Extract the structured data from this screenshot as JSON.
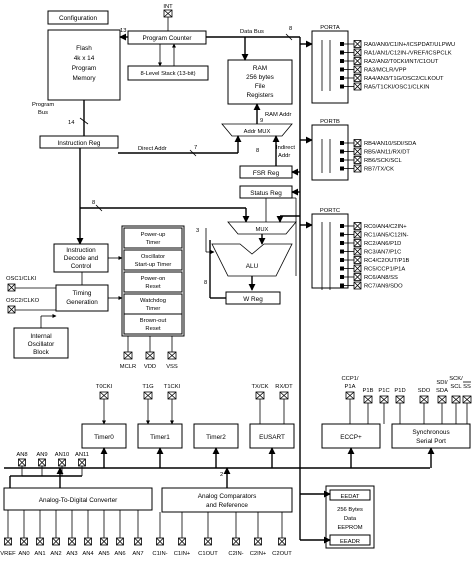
{
  "blocks": {
    "configuration": "Configuration",
    "flash": [
      "Flash",
      "4k x 14",
      "Program",
      "Memory"
    ],
    "program_counter": "Program Counter",
    "stack": "8-Level Stack (13-bit)",
    "ram": [
      "RAM",
      "256 bytes",
      "File",
      "Registers"
    ],
    "instruction_reg": "Instruction Reg",
    "addr_mux": "Addr MUX",
    "fsr_reg": "FSR Reg",
    "status_reg": "Status Reg",
    "mux": "MUX",
    "alu": "ALU",
    "w_reg": "W Reg",
    "instr_decode": [
      "Instruction",
      "Decode and",
      "Control"
    ],
    "timing_gen": [
      "Timing",
      "Generation"
    ],
    "internal_osc": [
      "Internal",
      "Oscillator",
      "Block"
    ],
    "timers_stack": [
      [
        "Power-up",
        "Timer"
      ],
      [
        "Oscillator",
        "Start-up Timer"
      ],
      [
        "Power-on",
        "Reset"
      ],
      [
        "Watchdog",
        "Timer"
      ],
      [
        "Brown-out",
        "Reset"
      ]
    ],
    "timer0": "Timer0",
    "timer1": "Timer1",
    "timer2": "Timer2",
    "eusart": "EUSART",
    "eccp": "ECCP+",
    "ssp": [
      "Synchronous",
      "Serial Port"
    ],
    "adc": "Analog-To-Digital Converter",
    "comparators": [
      "Analog Comparators",
      "and Reference"
    ],
    "eeprom_top": "EEDAT",
    "eeprom_mid": [
      "256 Bytes",
      "Data",
      "EEPROM"
    ],
    "eeprom_bottom": "EEADR"
  },
  "ports": {
    "porta": {
      "title": "PORTA",
      "pins": [
        "RA0/AN0/C1IN+/ICSPDAT/ULPWU",
        "RA1/AN1/C12IN-/VREF/ICSPCLK",
        "RA2/AN2/T0CKI/INT/C1OUT",
        "RA3/MCLR/VPP",
        "RA4/AN3/T1G/OSC2/CLKOUT",
        "RA5/T1CKI/OSC1/CLKIN"
      ]
    },
    "portb": {
      "title": "PORTB",
      "pins": [
        "RB4/AN10/SDI/SDA",
        "RB5/AN11/RX/DT",
        "RB6/SCK/SCL",
        "RB7/TX/CK"
      ]
    },
    "portc": {
      "title": "PORTC",
      "pins": [
        "RC0/AN4/C2IN+",
        "RC1/AN5/C12IN-",
        "RC2/AN6/P1D",
        "RC3/AN7/P1C",
        "RC4/C2OUT/P1B",
        "RC5/CCP1/P1A",
        "RC6/AN8/SS",
        "RC7/AN9/SDO"
      ]
    }
  },
  "labels": {
    "int": "INT",
    "data_bus": "Data Bus",
    "num_13": "13",
    "num_8_top": "8",
    "num_14": "14",
    "program_bus": [
      "Program",
      "Bus"
    ],
    "ram_addr": "RAM Addr",
    "num_9": "9",
    "direct_addr": "Direct Addr",
    "num_7": "7",
    "num_8_fsr": "8",
    "indirect_addr": [
      "Indirect",
      "Addr"
    ],
    "num_8_mid": "8",
    "num_3": "3",
    "num_8_alu": "8",
    "osc1": "OSC1/CLKI",
    "osc2": "OSC2/CLKO",
    "supply_pins": [
      "MCLR",
      "VDD",
      "VSS"
    ],
    "t0cki": "T0CKI",
    "t1g": "T1G",
    "t1cki": "T1CKI",
    "txck": "TX/CK",
    "rxdt": "RX/DT",
    "ccp1": [
      "CCP1/",
      "P1A"
    ],
    "p1b": "P1B",
    "p1c": "P1C",
    "p1d": "P1D",
    "sdo": "SDO",
    "sdisda": [
      "SDI/",
      "SDA"
    ],
    "sckscl": [
      "SCK/",
      "SCL"
    ],
    "ss": "SS",
    "an_top": [
      "AN8",
      "AN9",
      "AN10",
      "AN11"
    ],
    "num_2": "2",
    "an_bottom": [
      "VREF",
      "AN0",
      "AN1",
      "AN2",
      "AN3",
      "AN4",
      "AN5",
      "AN6",
      "AN7",
      "C1IN-",
      "C1IN+",
      "C1OUT",
      "C2IN-",
      "C2IN+",
      "C2OUT"
    ]
  }
}
